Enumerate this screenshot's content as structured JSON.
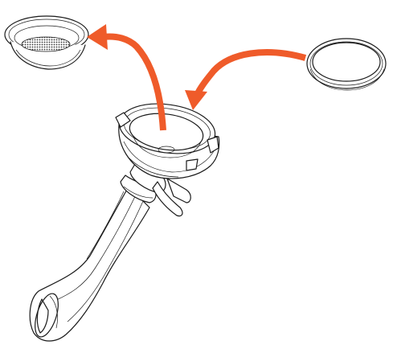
{
  "diagram": {
    "components": [
      {
        "name": "filter-basket"
      },
      {
        "name": "portafilter"
      },
      {
        "name": "basket-ring"
      }
    ],
    "arrow_color": "#ef5b2a",
    "line_color": "#1a1a1a",
    "mesh_color": "#3a3a3a",
    "background": "#ffffff"
  }
}
